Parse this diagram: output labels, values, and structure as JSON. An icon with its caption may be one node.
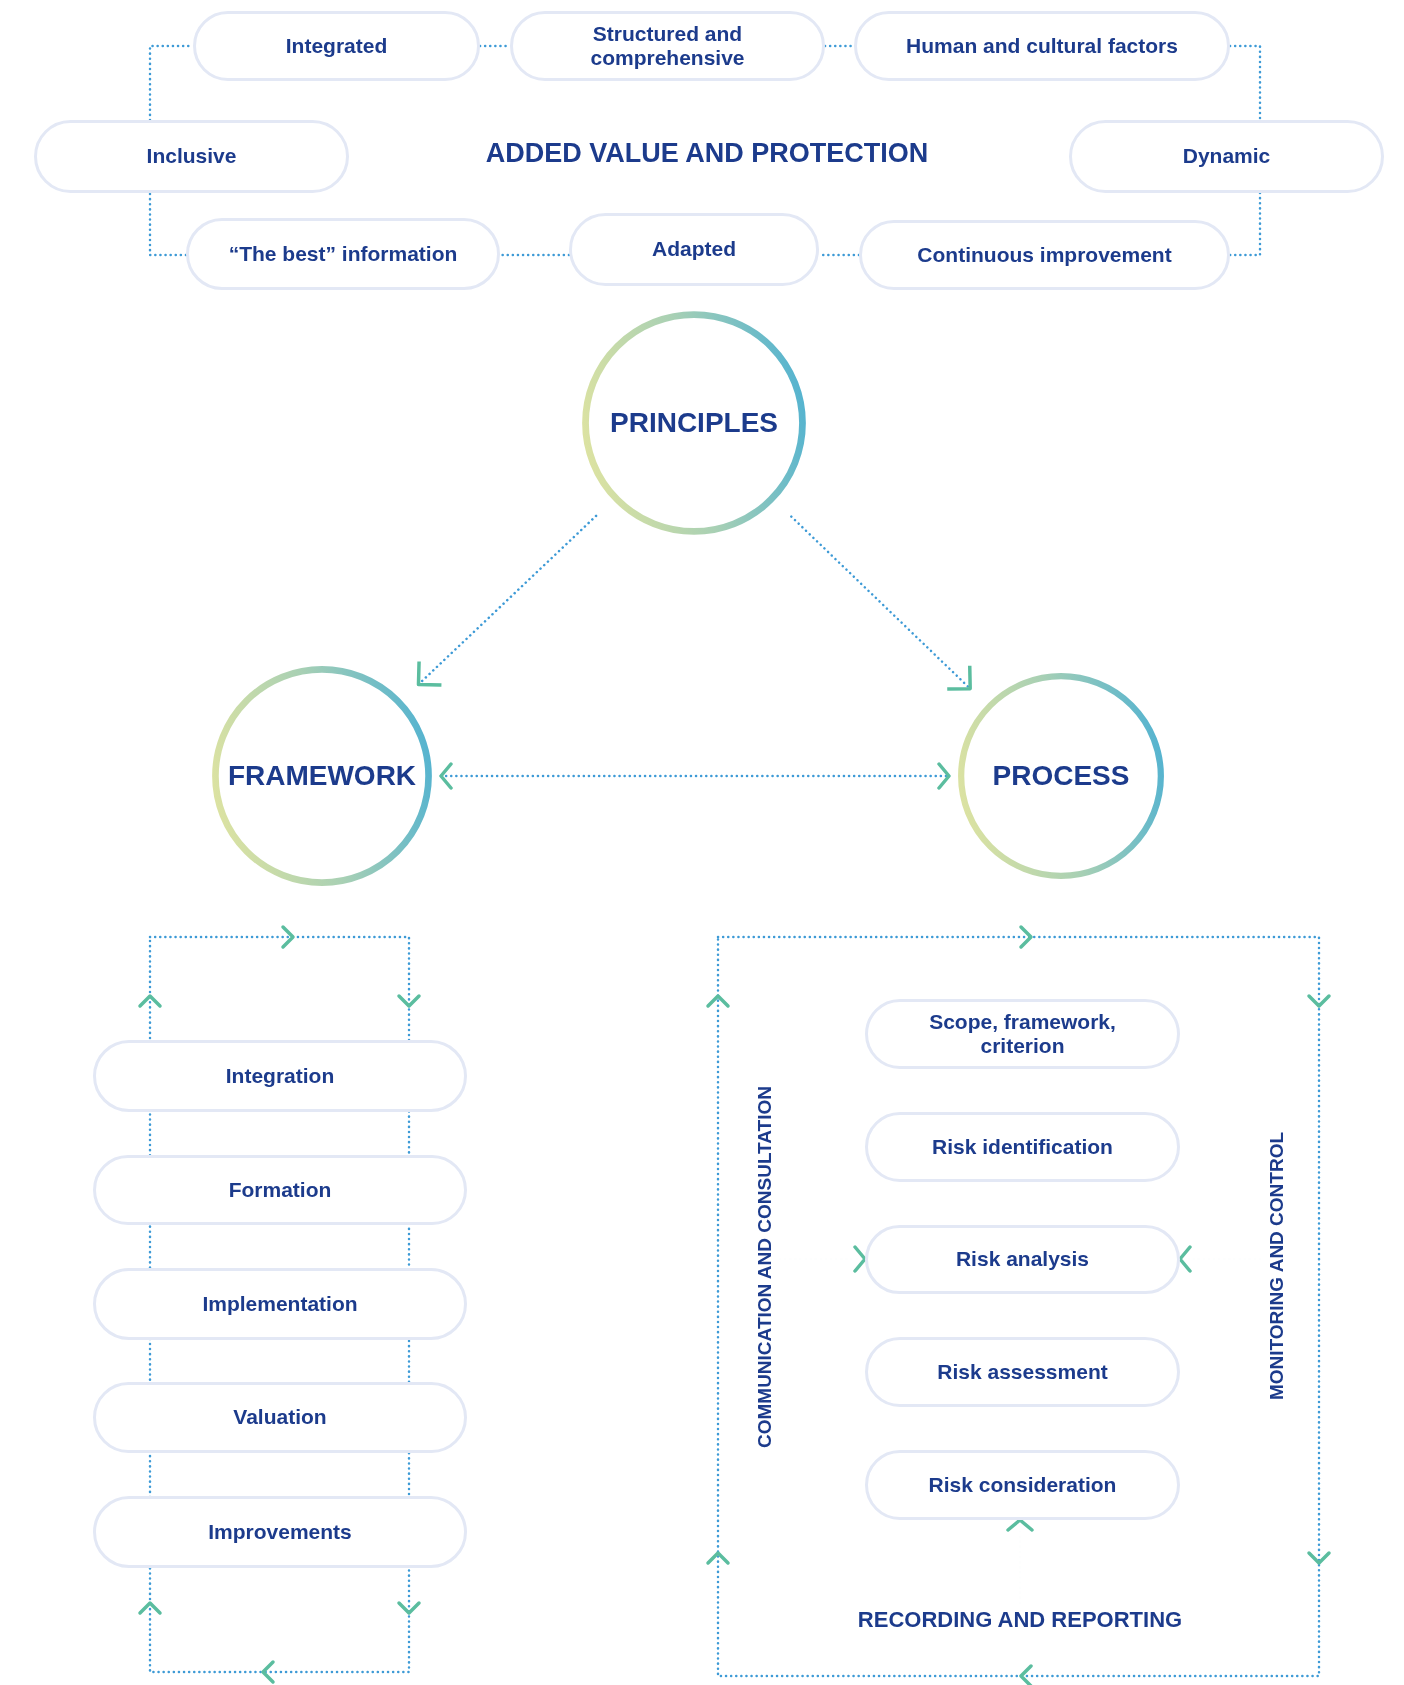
{
  "diagram": {
    "nodes": [
      {
        "text": [
          "Integrated"
        ]
      },
      {
        "text": [
          "Structured and comprehensive"
        ]
      },
      {
        "text": [
          "Human and cultural factors"
        ]
      },
      {
        "text": [
          "Inclusive"
        ]
      },
      {
        "text": [
          "Dynamic"
        ]
      },
      {
        "text": [
          "“The best” information"
        ]
      },
      {
        "text": [
          "Adapted"
        ]
      },
      {
        "text": [
          "Continuous improvement"
        ]
      },
      {
        "text": [
          "PRINCIPLES"
        ]
      },
      {
        "text": [
          "FRAMEWORK"
        ]
      },
      {
        "text": [
          "PROCESS"
        ]
      },
      {
        "text": [
          "Integration"
        ]
      },
      {
        "text": [
          "Formation"
        ]
      },
      {
        "text": [
          "Implementation"
        ]
      },
      {
        "text": [
          "Valuation"
        ]
      },
      {
        "text": [
          "Improvements"
        ]
      },
      {
        "text": [
          "COMMUNICATION AND CONSULTATION"
        ]
      },
      {
        "text": [
          "Scope, framework, criterion"
        ]
      },
      {
        "text": [
          "Risk identification"
        ]
      },
      {
        "text": [
          "Risk analysis"
        ]
      },
      {
        "text": [
          "Risk assessment"
        ]
      },
      {
        "text": [
          "Risk consideration"
        ]
      },
      {
        "text": [
          "MONITORING AND CONTROL"
        ]
      },
      {
        "text": [
          "RECORDING AND REPORTING"
        ]
      }
    ],
    "edges": [
      {
        "from": 0,
        "to": 1,
        "arrow": "none"
      },
      {
        "from": 1,
        "to": 2,
        "arrow": "none"
      },
      {
        "from": 2,
        "to": 4,
        "arrow": "none"
      },
      {
        "from": 4,
        "to": 7,
        "arrow": "none"
      },
      {
        "from": 7,
        "to": 6,
        "arrow": "none"
      },
      {
        "from": 6,
        "to": 5,
        "arrow": "none"
      },
      {
        "from": 5,
        "to": 3,
        "arrow": "none"
      },
      {
        "from": 3,
        "to": 0,
        "arrow": "none"
      },
      {
        "from": 8,
        "to": 9,
        "arrow": "to"
      },
      {
        "from": 8,
        "to": 10,
        "arrow": "to"
      },
      {
        "from": 9,
        "to": 10,
        "arrow": "both"
      },
      {
        "from": 16,
        "to": 19,
        "arrow": "to",
        "color": "#5bbd9f"
      },
      {
        "from": 22,
        "to": 19,
        "arrow": "to",
        "color": "#5bbd9f"
      },
      {
        "from": 23,
        "to": 21,
        "arrow": "to",
        "color": "#5bbd9f"
      }
    ],
    "labels": [
      "ADDED VALUE AND PROTECTION"
    ]
  }
}
